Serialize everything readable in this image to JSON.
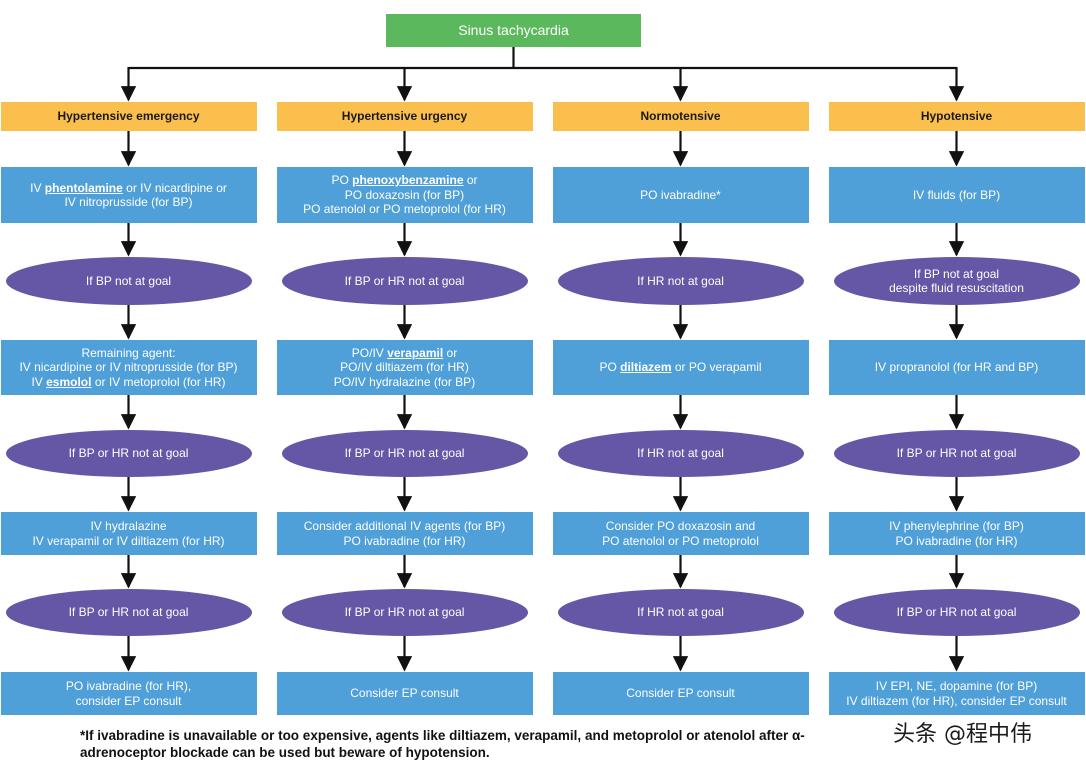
{
  "root": {
    "label": "Sinus tachycardia"
  },
  "columns": [
    {
      "header": "Hypertensive emergency",
      "steps": [
        {
          "kind": "box",
          "lines": [
            [
              {
                "t": "IV "
              },
              {
                "t": "phentolamine",
                "u": true
              },
              {
                "t": " or IV nicardipine or"
              }
            ],
            [
              {
                "t": "IV nitroprusside (for BP)"
              }
            ]
          ]
        },
        {
          "kind": "oval",
          "lines": [
            [
              {
                "t": "If BP not at goal"
              }
            ]
          ]
        },
        {
          "kind": "box",
          "lines": [
            [
              {
                "t": "Remaining agent:"
              }
            ],
            [
              {
                "t": "IV nicardipine or IV nitroprusside (for BP)"
              }
            ],
            [
              {
                "t": "IV "
              },
              {
                "t": "esmolol",
                "u": true
              },
              {
                "t": " or IV metoprolol (for HR)"
              }
            ]
          ]
        },
        {
          "kind": "oval",
          "lines": [
            [
              {
                "t": "If BP or HR not at goal"
              }
            ]
          ]
        },
        {
          "kind": "box",
          "lines": [
            [
              {
                "t": "IV hydralazine"
              }
            ],
            [
              {
                "t": "IV verapamil or IV diltiazem (for HR)"
              }
            ]
          ]
        },
        {
          "kind": "oval",
          "lines": [
            [
              {
                "t": "If BP or HR not at goal"
              }
            ]
          ]
        },
        {
          "kind": "box",
          "lines": [
            [
              {
                "t": "PO ivabradine (for HR),"
              }
            ],
            [
              {
                "t": "consider EP consult"
              }
            ]
          ]
        }
      ]
    },
    {
      "header": "Hypertensive urgency",
      "steps": [
        {
          "kind": "box",
          "lines": [
            [
              {
                "t": "PO "
              },
              {
                "t": "phenoxybenzamine",
                "u": true
              },
              {
                "t": " or"
              }
            ],
            [
              {
                "t": "PO doxazosin (for BP)"
              }
            ],
            [
              {
                "t": "PO atenolol or PO metoprolol (for HR)"
              }
            ]
          ]
        },
        {
          "kind": "oval",
          "lines": [
            [
              {
                "t": "If BP or HR not at goal"
              }
            ]
          ]
        },
        {
          "kind": "box",
          "lines": [
            [
              {
                "t": "PO/IV "
              },
              {
                "t": "verapamil",
                "u": true
              },
              {
                "t": " or"
              }
            ],
            [
              {
                "t": "PO/IV diltiazem (for HR)"
              }
            ],
            [
              {
                "t": "PO/IV hydralazine (for BP)"
              }
            ]
          ]
        },
        {
          "kind": "oval",
          "lines": [
            [
              {
                "t": "If BP or HR not at goal"
              }
            ]
          ]
        },
        {
          "kind": "box",
          "lines": [
            [
              {
                "t": "Consider additional IV agents (for BP)"
              }
            ],
            [
              {
                "t": "PO ivabradine (for HR)"
              }
            ]
          ]
        },
        {
          "kind": "oval",
          "lines": [
            [
              {
                "t": "If BP or HR not at goal"
              }
            ]
          ]
        },
        {
          "kind": "box",
          "lines": [
            [
              {
                "t": "Consider EP consult"
              }
            ]
          ]
        }
      ]
    },
    {
      "header": "Normotensive",
      "steps": [
        {
          "kind": "box",
          "lines": [
            [
              {
                "t": "PO ivabradine*"
              }
            ]
          ]
        },
        {
          "kind": "oval",
          "lines": [
            [
              {
                "t": "If HR not at goal"
              }
            ]
          ]
        },
        {
          "kind": "box",
          "lines": [
            [
              {
                "t": "PO "
              },
              {
                "t": "diltiazem",
                "u": true
              },
              {
                "t": " or PO verapamil"
              }
            ]
          ]
        },
        {
          "kind": "oval",
          "lines": [
            [
              {
                "t": "If HR not at goal"
              }
            ]
          ]
        },
        {
          "kind": "box",
          "lines": [
            [
              {
                "t": "Consider PO doxazosin and"
              }
            ],
            [
              {
                "t": "PO atenolol or PO metoprolol"
              }
            ]
          ]
        },
        {
          "kind": "oval",
          "lines": [
            [
              {
                "t": "If HR not at goal"
              }
            ]
          ]
        },
        {
          "kind": "box",
          "lines": [
            [
              {
                "t": "Consider EP consult"
              }
            ]
          ]
        }
      ]
    },
    {
      "header": "Hypotensive",
      "steps": [
        {
          "kind": "box",
          "lines": [
            [
              {
                "t": "IV fluids (for BP)"
              }
            ]
          ]
        },
        {
          "kind": "oval",
          "lines": [
            [
              {
                "t": "If BP not at goal"
              }
            ],
            [
              {
                "t": "despite fluid resuscitation"
              }
            ]
          ]
        },
        {
          "kind": "box",
          "lines": [
            [
              {
                "t": "IV propranolol (for HR and BP)"
              }
            ]
          ]
        },
        {
          "kind": "oval",
          "lines": [
            [
              {
                "t": "If BP or HR not at goal"
              }
            ]
          ]
        },
        {
          "kind": "box",
          "lines": [
            [
              {
                "t": "IV phenylephrine (for BP)"
              }
            ],
            [
              {
                "t": "PO ivabradine (for HR)"
              }
            ]
          ]
        },
        {
          "kind": "oval",
          "lines": [
            [
              {
                "t": "If BP or HR not at goal"
              }
            ]
          ]
        },
        {
          "kind": "box",
          "lines": [
            [
              {
                "t": "IV EPI, NE, dopamine (for BP)"
              }
            ],
            [
              {
                "t": "IV diltiazem (for HR), consider EP consult"
              }
            ]
          ]
        }
      ]
    }
  ],
  "footnote": "*If ivabradine is unavailable or too expensive, agents like diltiazem, verapamil, and metoprolol or atenolol after α-adrenoceptor blockade can be used but beware of hypotension.",
  "watermark": "头条 @程中伟",
  "colors": {
    "root": "#5cb85c",
    "header": "#fbbf4d",
    "box": "#4f9fd9",
    "oval": "#6556a6",
    "arrow": "#111111"
  }
}
